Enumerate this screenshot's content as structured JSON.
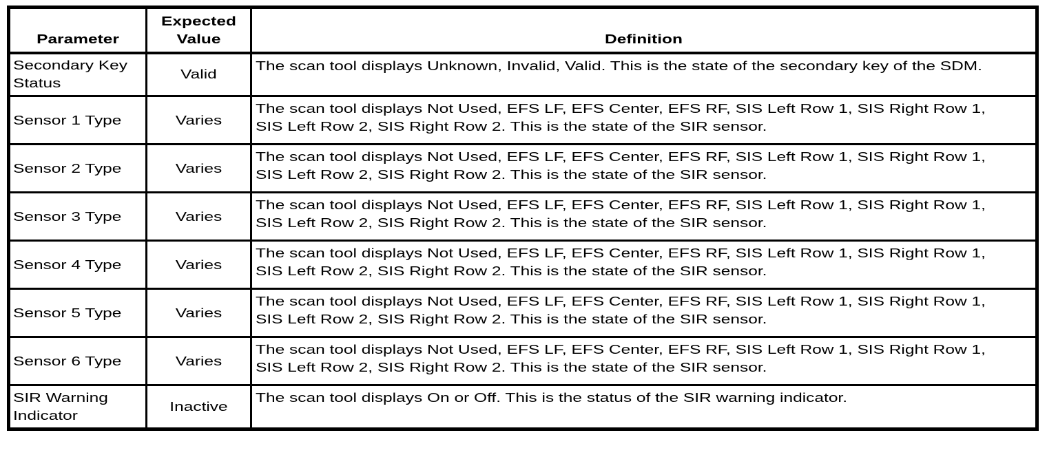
{
  "page": {
    "background": "#ffffff",
    "border_color": "#000000",
    "text_color": "#000000"
  },
  "table": {
    "header": {
      "parameter": "Parameter",
      "expected_value_lines": [
        "Expected",
        "Value"
      ],
      "definition": "Definition"
    },
    "rows": [
      {
        "parameter": "Secondary Key Status",
        "expected_value": "Valid",
        "definition": "The scan tool displays Unknown, Invalid, Valid. This is the state of the secondary key of the SDM."
      },
      {
        "parameter": "Sensor 1 Type",
        "expected_value": "Varies",
        "definition": "The scan tool displays Not Used, EFS LF, EFS Center, EFS RF, SIS Left Row 1, SIS Right Row 1, SIS Left Row 2, SIS Right Row 2. This is the state of the SIR sensor."
      },
      {
        "parameter": "Sensor 2 Type",
        "expected_value": "Varies",
        "definition": "The scan tool displays Not Used, EFS LF, EFS Center, EFS RF, SIS Left Row 1, SIS Right Row 1, SIS Left Row 2, SIS Right Row 2. This is the state of the SIR sensor."
      },
      {
        "parameter": "Sensor 3 Type",
        "expected_value": "Varies",
        "definition": "The scan tool displays Not Used, EFS LF, EFS Center, EFS RF, SIS Left Row 1, SIS Right Row 1, SIS Left Row 2, SIS Right Row 2. This is the state of the SIR sensor."
      },
      {
        "parameter": "Sensor 4 Type",
        "expected_value": "Varies",
        "definition": "The scan tool displays Not Used, EFS LF, EFS Center, EFS RF, SIS Left Row 1, SIS Right Row 1, SIS Left Row 2, SIS Right Row 2. This is the state of the SIR sensor."
      },
      {
        "parameter": "Sensor 5 Type",
        "expected_value": "Varies",
        "definition": "The scan tool displays Not Used, EFS LF, EFS Center, EFS RF, SIS Left Row 1, SIS Right Row 1, SIS Left Row 2, SIS Right Row 2. This is the state of the SIR sensor."
      },
      {
        "parameter": "Sensor 6 Type",
        "expected_value": "Varies",
        "definition": "The scan tool displays Not Used, EFS LF, EFS Center, EFS RF, SIS Left Row 1, SIS Right Row 1, SIS Left Row 2, SIS Right Row 2. This is the state of the SIR sensor."
      },
      {
        "parameter": "SIR Warning Indicator",
        "expected_value": "Inactive",
        "definition": "The scan tool displays On or Off. This is the status of the SIR warning indicator."
      }
    ]
  }
}
